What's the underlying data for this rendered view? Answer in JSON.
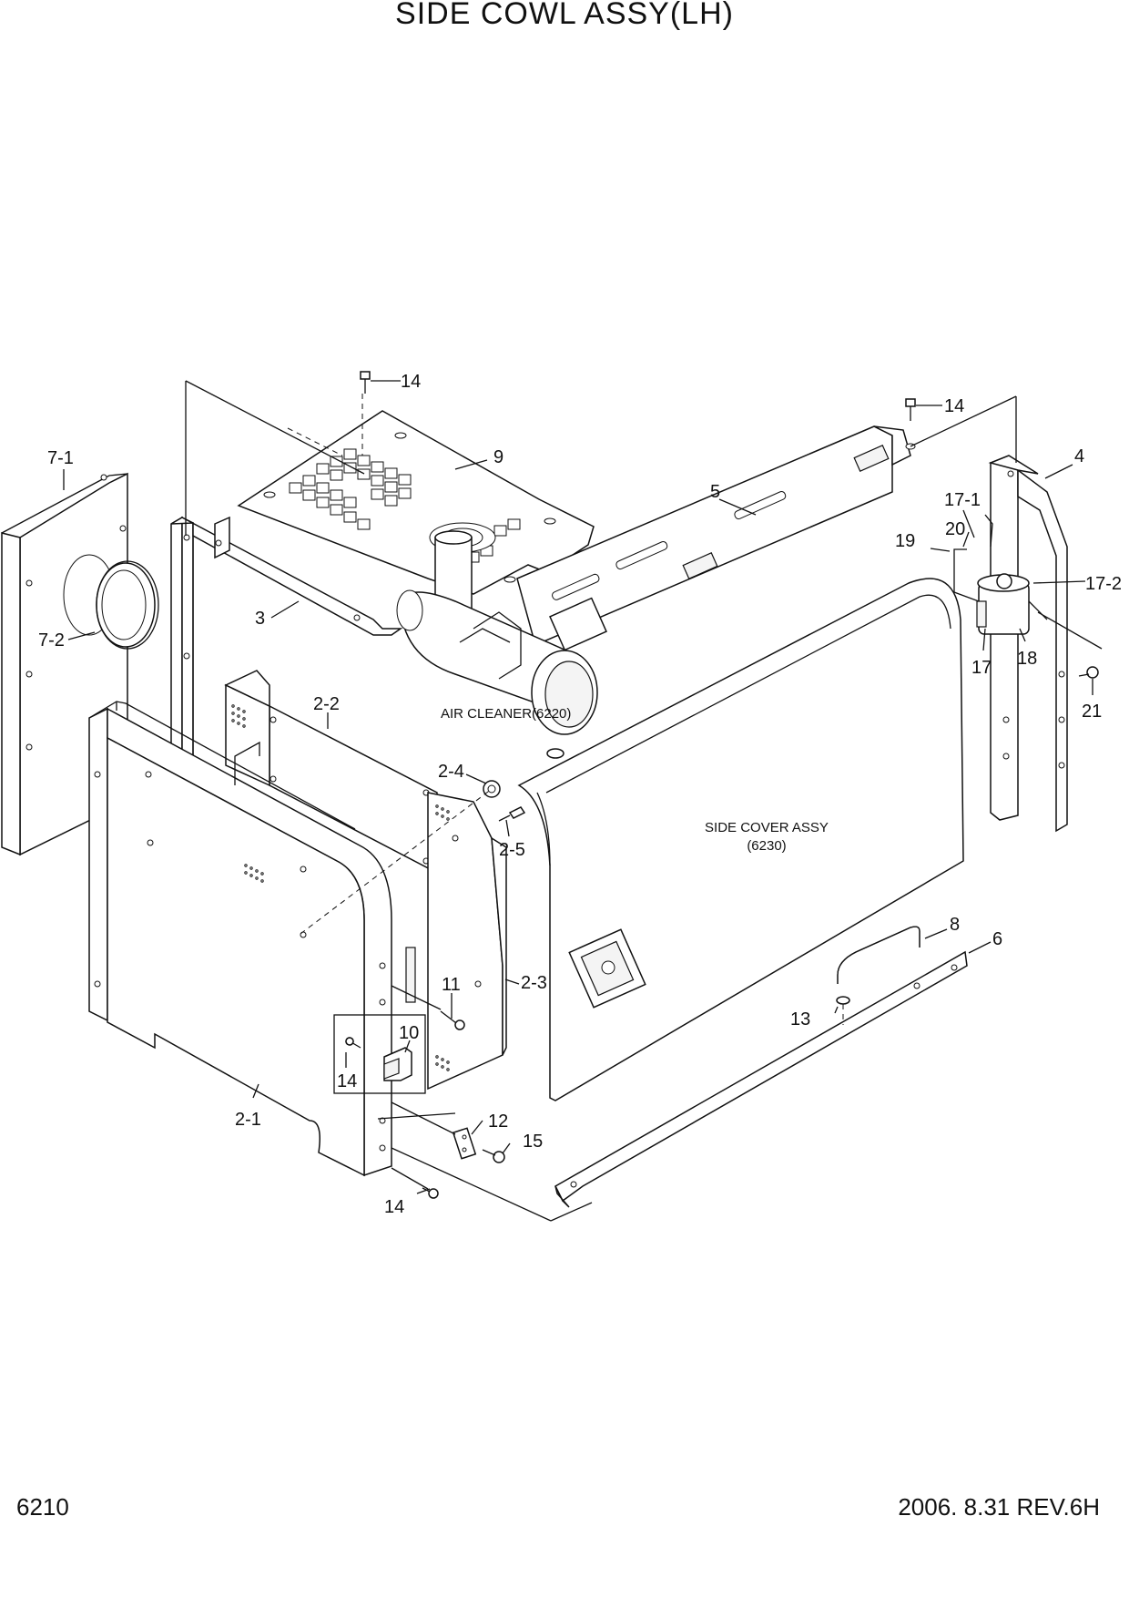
{
  "title": "SIDE COWL ASSY(LH)",
  "page_number": "6210",
  "revision": "2006. 8.31  REV.6H",
  "notes": {
    "air_cleaner": "AIR CLEANER(6220)",
    "side_cover_line1": "SIDE COVER ASSY",
    "side_cover_line2": "(6230)"
  },
  "callouts": [
    {
      "id": "c14a",
      "text": "14"
    },
    {
      "id": "c14b",
      "text": "14"
    },
    {
      "id": "c9",
      "text": "9"
    },
    {
      "id": "c5",
      "text": "5"
    },
    {
      "id": "c4",
      "text": "4"
    },
    {
      "id": "c7_1",
      "text": "7-1"
    },
    {
      "id": "c7_2",
      "text": "7-2"
    },
    {
      "id": "c3",
      "text": "3"
    },
    {
      "id": "c17_1",
      "text": "17-1"
    },
    {
      "id": "c20",
      "text": "20"
    },
    {
      "id": "c19",
      "text": "19"
    },
    {
      "id": "c17_2",
      "text": "17-2"
    },
    {
      "id": "c17",
      "text": "17"
    },
    {
      "id": "c18",
      "text": "18"
    },
    {
      "id": "c21",
      "text": "21"
    },
    {
      "id": "c2_2",
      "text": "2-2"
    },
    {
      "id": "c2_4",
      "text": "2-4"
    },
    {
      "id": "c2_5",
      "text": "2-5"
    },
    {
      "id": "c8",
      "text": "8"
    },
    {
      "id": "c6",
      "text": "6"
    },
    {
      "id": "c2_3",
      "text": "2-3"
    },
    {
      "id": "c11",
      "text": "11"
    },
    {
      "id": "c13",
      "text": "13"
    },
    {
      "id": "c10",
      "text": "10"
    },
    {
      "id": "c14c",
      "text": "14"
    },
    {
      "id": "c12",
      "text": "12"
    },
    {
      "id": "c15",
      "text": "15"
    },
    {
      "id": "c2_1",
      "text": "2-1"
    },
    {
      "id": "c14d",
      "text": "14"
    }
  ]
}
